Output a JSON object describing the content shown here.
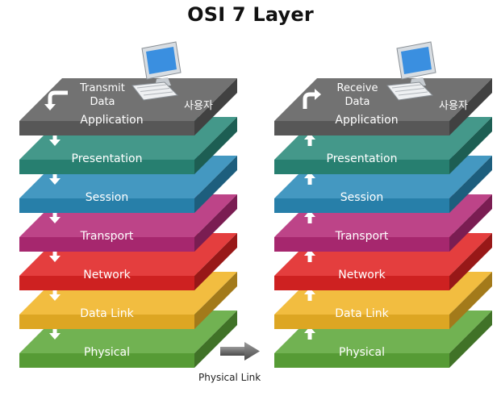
{
  "title": "OSI 7 Layer",
  "physical_link_label": "Physical Link",
  "stacks": [
    {
      "id": "sender",
      "direction": "down",
      "action_label": "Transmit\nData",
      "user_label": "사용자"
    },
    {
      "id": "receiver",
      "direction": "up",
      "action_label": "Receive\nData",
      "user_label": "사용자"
    }
  ],
  "layers": [
    {
      "name": "Application",
      "color": "#5f5f5f"
    },
    {
      "name": "Presentation",
      "color": "#2a8a7a"
    },
    {
      "name": "Session",
      "color": "#2a8ab8"
    },
    {
      "name": "Transport",
      "color": "#b42a78"
    },
    {
      "name": "Network",
      "color": "#e02424"
    },
    {
      "name": "Data Link",
      "color": "#f0b426"
    },
    {
      "name": "Physical",
      "color": "#5ea83a"
    }
  ]
}
